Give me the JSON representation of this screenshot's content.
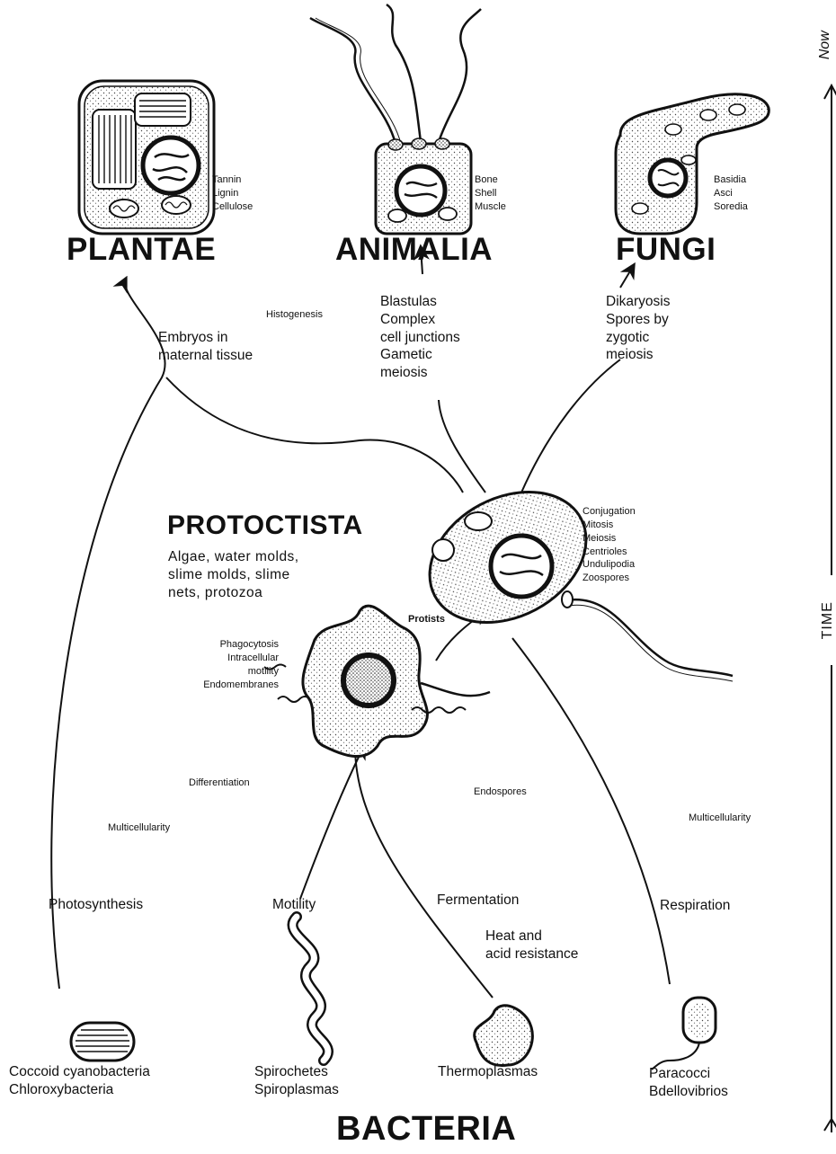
{
  "kingdoms": {
    "plantae": "PLANTAE",
    "animalia": "ANIMALIA",
    "fungi": "FUNGI",
    "protoctista": "PROTOCTISTA",
    "bacteria": "BACTERIA"
  },
  "plantae_traits": "Tannin\nLignin\nCellulose",
  "animalia_traits": "Bone\nShell\nMuscle",
  "fungi_traits": "Basidia\nAsci\nSoredia",
  "animalia_path": "Blastulas\nComplex\n    cell junctions\nGametic\n    meiosis",
  "fungi_path": "Dikaryosis\nSpores by\n    zygotic\n    meiosis",
  "histogenesis": "Histogenesis",
  "embryos": "Embryos in\n   maternal tissue",
  "protoctista_desc": "Algae, water molds,\nslime molds, slime\nnets, protozoa",
  "protoctista_traits": "Conjugation\nMitosis\nMeiosis\nCentrioles\nUndulipodia\nZoospores",
  "protists": "Protists",
  "amoeba_traits": "Phagocytosis\nIntracellular\nmotility\nEndomembranes",
  "differentiation": "Differentiation",
  "multicellularity_left": "Multicellularity",
  "multicellularity_right": "Multicellularity",
  "endospores": "Endospores",
  "photosynthesis": "Photosynthesis",
  "motility": "Motility",
  "fermentation": "Fermentation",
  "heat_acid": "Heat and\n    acid resistance",
  "respiration": "Respiration",
  "bacteria_groups": {
    "cyano": "Coccoid cyanobacteria\nChloroxybacteria",
    "spiro": "Spirochetes\nSpiroplasmas",
    "thermo": "Thermoplasmas",
    "para": "Paracocci\nBdellovibrios"
  },
  "time_axis": {
    "now": "Now",
    "time": "TIME"
  }
}
